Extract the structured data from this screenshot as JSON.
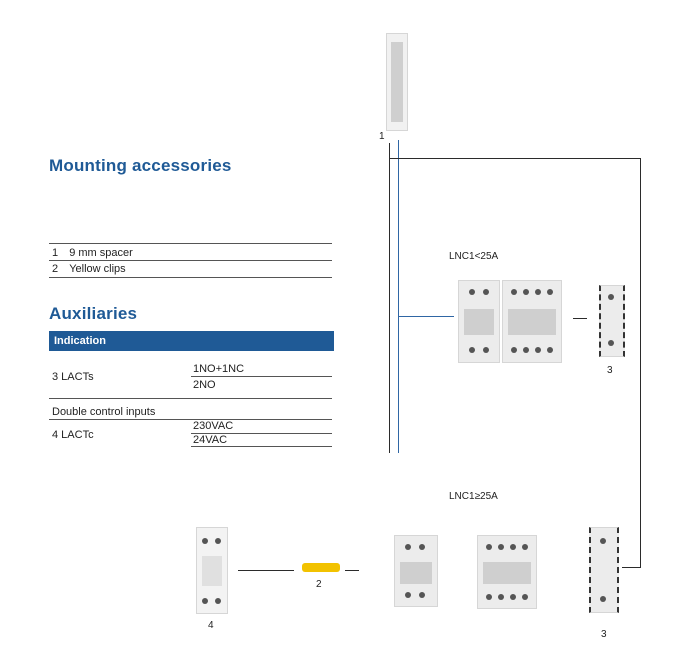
{
  "mounting": {
    "heading": "Mounting accessories",
    "items": [
      {
        "num": "1",
        "label": "9 mm spacer"
      },
      {
        "num": "2",
        "label": "Yellow clips"
      }
    ]
  },
  "auxiliaries": {
    "heading": "Auxiliaries",
    "bar_label": "Indication",
    "group1": {
      "label": "3 LACTs",
      "options": [
        "1NO+1NC",
        "2NO"
      ]
    },
    "double_control": "Double control inputs",
    "group2": {
      "label": "4 LACTc",
      "options": [
        "230VAC",
        "24VAC"
      ]
    }
  },
  "diagram": {
    "label_small": "LNC1<25A",
    "label_large": "LNC1≥25A",
    "callouts": {
      "spacer": "1",
      "clip": "2",
      "aux_top": "3",
      "aux_bottom": "3",
      "aux_left": "4"
    }
  },
  "colors": {
    "accent": "#1f5a96",
    "yellow": "#f2c200"
  }
}
